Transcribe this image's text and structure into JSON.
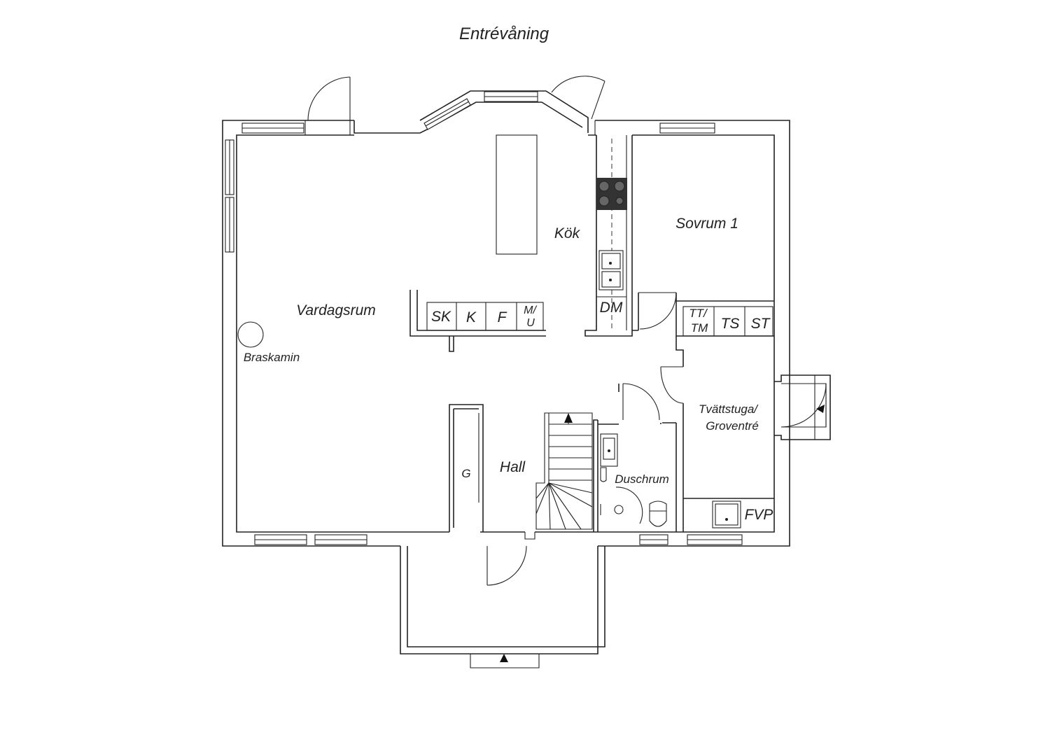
{
  "title": "Entrévåning",
  "rooms": {
    "vardagsrum": "Vardagsrum",
    "kok": "Kök",
    "sovrum": "Sovrum 1",
    "hall": "Hall",
    "duschrum": "Duschrum",
    "tvattstuga_line1": "Tvättstuga/",
    "tvattstuga_line2": "Groventré"
  },
  "fixtures": {
    "braskamin": "Braskamin",
    "sk": "SK",
    "k": "K",
    "f": "F",
    "mu_line1": "M/",
    "mu_line2": "U",
    "dm": "DM",
    "ttm_line1": "TT/",
    "ttm_line2": "TM",
    "ts": "TS",
    "st": "ST",
    "g": "G",
    "fvp": "FVP"
  }
}
